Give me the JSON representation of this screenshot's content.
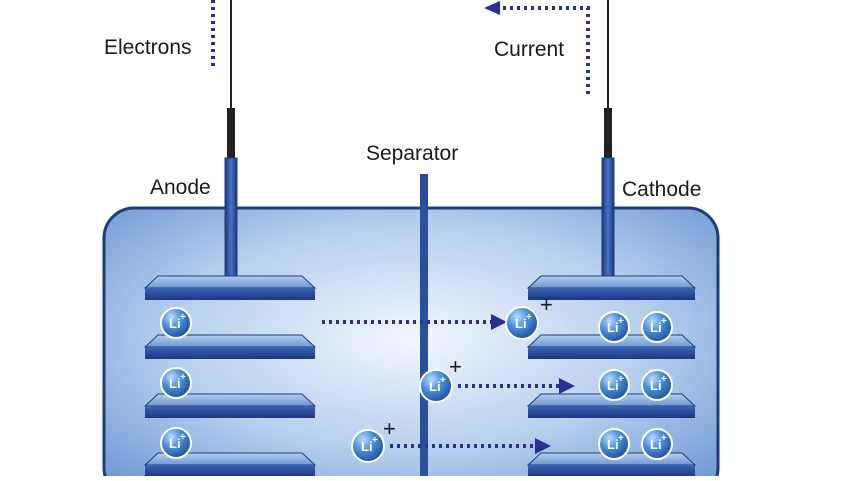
{
  "labels": {
    "electrons": "Electrons",
    "current": "Current",
    "separator": "Separator",
    "anode": "Anode",
    "cathode": "Cathode"
  },
  "ion": {
    "symbol": "Li",
    "charge": "+"
  },
  "colors": {
    "cell_fill_center": "#eef4fd",
    "cell_fill_edge": "#6d98d3",
    "cell_border": "#1d3d7a",
    "electrode_blue": "#2c4f9c",
    "plate_light": "#7aa3d8",
    "plate_dark": "#1f3f88",
    "arrow": "#2b2e93",
    "ion_fill": "#3f83cf",
    "wire": "#222222"
  }
}
